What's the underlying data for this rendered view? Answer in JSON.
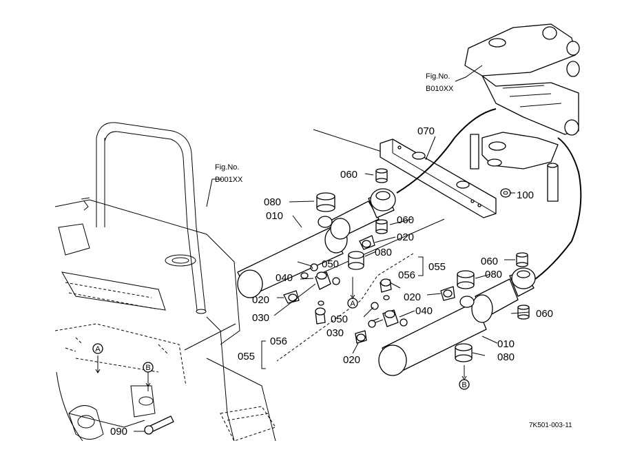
{
  "figure": {
    "code": "7K501-003-11",
    "fig_refs": [
      {
        "id": "fig-b010xx",
        "line1": "Fig.No.",
        "line2": "B010XX"
      },
      {
        "id": "fig-b001xx",
        "line1": "Fig.No.",
        "line2": "B001XX"
      }
    ],
    "callouts": {
      "c010a": "010",
      "c010b": "010",
      "c020a": "020",
      "c020b": "020",
      "c020c": "020",
      "c020d": "020",
      "c030a": "030",
      "c030b": "030",
      "c040a": "040",
      "c040b": "040",
      "c050a": "050",
      "c050b": "050",
      "c055a": "055",
      "c055b": "055",
      "c056a": "056",
      "c056b": "056",
      "c060a": "060",
      "c060b": "060",
      "c060c": "060",
      "c060d": "060",
      "c070": "070",
      "c080a": "080",
      "c080b": "080",
      "c080c": "080",
      "c080d": "080",
      "c090": "090",
      "c100": "100"
    },
    "markers": {
      "A": "A",
      "B": "B"
    }
  }
}
